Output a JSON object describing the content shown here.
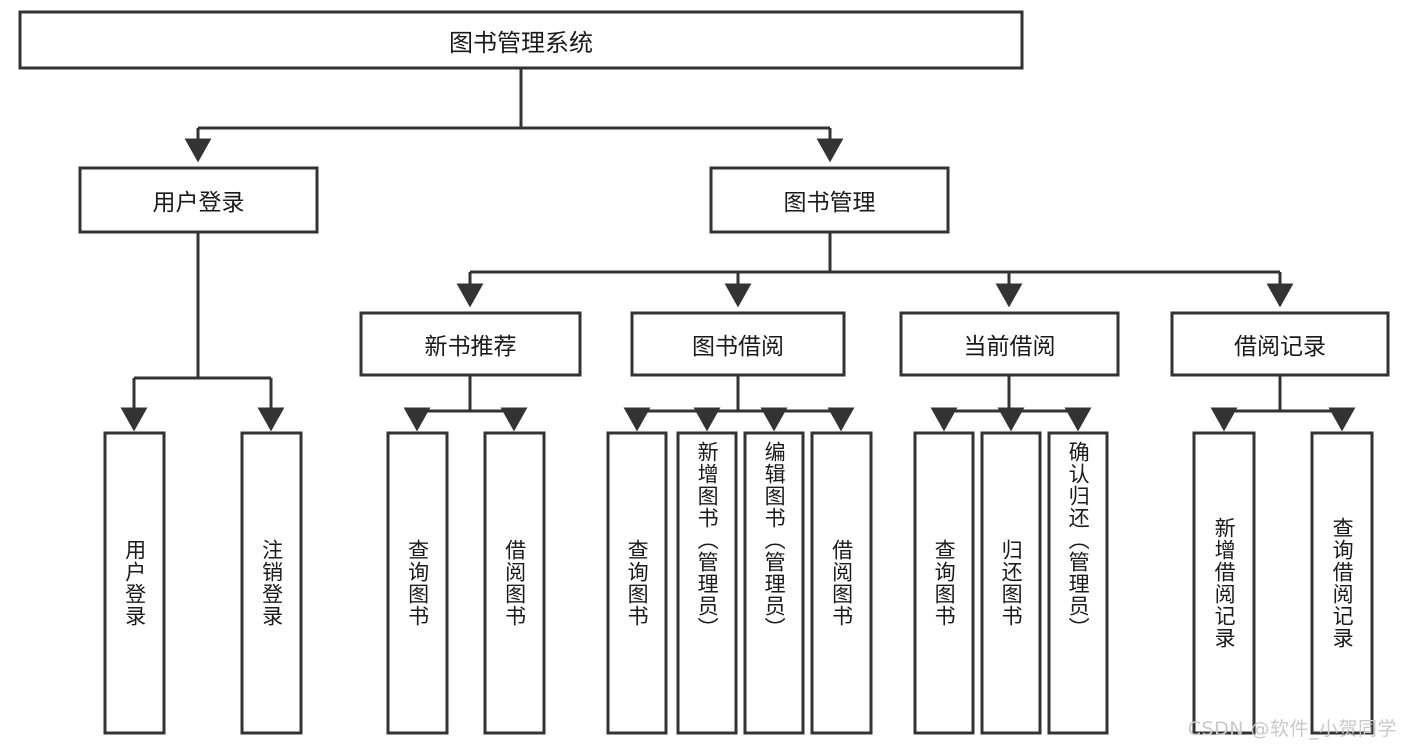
{
  "diagram": {
    "title": "图书管理系统",
    "type": "tree",
    "root": {
      "id": "root",
      "label": "图书管理系统",
      "orientation": "horizontal"
    },
    "level2": [
      {
        "id": "user-login",
        "label": "用户登录",
        "orientation": "horizontal"
      },
      {
        "id": "book-manage",
        "label": "图书管理",
        "orientation": "horizontal"
      }
    ],
    "level3": [
      {
        "id": "new-book-rec",
        "label": "新书推荐",
        "orientation": "horizontal",
        "parent": "book-manage"
      },
      {
        "id": "book-borrow",
        "label": "图书借阅",
        "orientation": "horizontal",
        "parent": "book-manage"
      },
      {
        "id": "current-borrow",
        "label": "当前借阅",
        "orientation": "horizontal",
        "parent": "book-manage"
      },
      {
        "id": "borrow-record",
        "label": "借阅记录",
        "orientation": "horizontal",
        "parent": "book-manage"
      }
    ],
    "leaves": [
      {
        "id": "leaf-user-login",
        "label": "用户登录",
        "parent": "user-login",
        "orientation": "vertical"
      },
      {
        "id": "leaf-logout-login",
        "label": "注销登录",
        "parent": "user-login",
        "orientation": "vertical"
      },
      {
        "id": "leaf-query-book-1",
        "label": "查询图书",
        "parent": "new-book-rec",
        "orientation": "vertical"
      },
      {
        "id": "leaf-borrow-book-1",
        "label": "借阅图书",
        "parent": "new-book-rec",
        "orientation": "vertical"
      },
      {
        "id": "leaf-query-book-2",
        "label": "查询图书",
        "parent": "book-borrow",
        "orientation": "vertical"
      },
      {
        "id": "leaf-add-book",
        "label": "新增图书（管理员）",
        "parent": "book-borrow",
        "orientation": "vertical"
      },
      {
        "id": "leaf-edit-book",
        "label": "编辑图书（管理员）",
        "parent": "book-borrow",
        "orientation": "vertical"
      },
      {
        "id": "leaf-borrow-book-2",
        "label": "借阅图书",
        "parent": "book-borrow",
        "orientation": "vertical"
      },
      {
        "id": "leaf-query-book-3",
        "label": "查询图书",
        "parent": "current-borrow",
        "orientation": "vertical"
      },
      {
        "id": "leaf-return-book",
        "label": "归还图书",
        "parent": "current-borrow",
        "orientation": "vertical"
      },
      {
        "id": "leaf-confirm-return",
        "label": "确认归还（管理员）",
        "parent": "current-borrow",
        "orientation": "vertical"
      },
      {
        "id": "leaf-add-record",
        "label": "新增借阅记录",
        "parent": "borrow-record",
        "orientation": "vertical"
      },
      {
        "id": "leaf-query-record",
        "label": "查询借阅记录",
        "parent": "borrow-record",
        "orientation": "vertical"
      }
    ],
    "colors": {
      "stroke": "#333333",
      "fill": "#ffffff",
      "text": "#1a1a1a",
      "watermark": "#c9c9c9"
    }
  },
  "watermark": {
    "text": "CSDN @软件_小贺同学"
  }
}
